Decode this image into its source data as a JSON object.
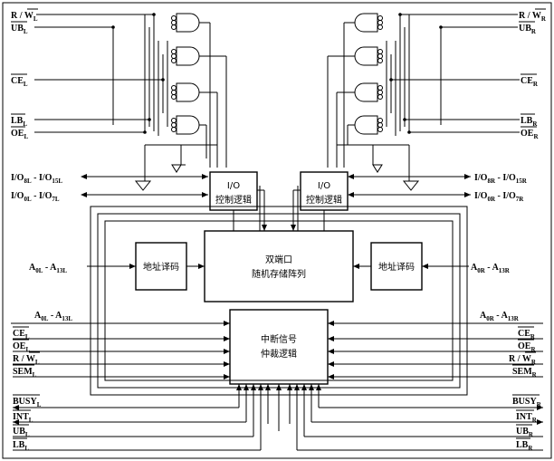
{
  "left_signals_top": {
    "rw": "R / W",
    "rw_sub": "L",
    "ub": "UB",
    "ub_sub": "L",
    "ce": "CE",
    "ce_sub": "L",
    "lb": "LB",
    "lb_sub": "L",
    "oe": "OE",
    "oe_sub": "L"
  },
  "right_signals_top": {
    "rw": "R / W",
    "rw_sub": "R",
    "ub": "UB",
    "ub_sub": "R",
    "ce": "CE",
    "ce_sub": "R",
    "lb": "LB",
    "lb_sub": "R",
    "oe": "OE",
    "oe_sub": "R"
  },
  "io_left": {
    "upper": "I/O",
    "upper_sub1": "8L",
    "upper_mid": " - I/O",
    "upper_sub2": "15L",
    "lower": "I/O",
    "lower_sub1": "0L",
    "lower_mid": " - I/O",
    "lower_sub2": "7L"
  },
  "io_right": {
    "upper": "I/O",
    "upper_sub1": "8R",
    "upper_mid": " - I/O",
    "upper_sub2": "15R",
    "lower": "I/O",
    "lower_sub1": "0R",
    "lower_mid": " - I/O",
    "lower_sub2": "7R"
  },
  "blocks": {
    "io_ctrl_line1": "I/O",
    "io_ctrl_line2": "控制逻辑",
    "ram_line1": "双端口",
    "ram_line2": "随机存储阵列",
    "addr_decode": "地址译码",
    "arb_line1": "中断信号",
    "arb_line2": "仲裁逻辑"
  },
  "address": {
    "left_a": "A",
    "left_sub1": "0L",
    "left_mid": " - A",
    "left_sub2": "13L",
    "right_a": "A",
    "right_sub1": "0R",
    "right_mid": " - A",
    "right_sub2": "13R"
  },
  "left_signals_bottom": {
    "ce": "CE",
    "ce_sub": "L",
    "oe": "OE",
    "oe_sub": "L",
    "rw": "R / W",
    "rw_sub": "L",
    "sem": "SEM",
    "sem_sub": "L",
    "busy": "BUSY",
    "busy_sub": "L",
    "int": "INT",
    "int_sub": "L",
    "ub": "UB",
    "ub_sub": "L",
    "lb": "LB",
    "lb_sub": "L"
  },
  "right_signals_bottom": {
    "ce": "CE",
    "ce_sub": "R",
    "oe": "OE",
    "oe_sub": "R",
    "rw": "R / W",
    "rw_sub": "R",
    "sem": "SEM",
    "sem_sub": "R",
    "busy": "BUSY",
    "busy_sub": "R",
    "int": "INT",
    "int_sub": "R",
    "ub": "UB",
    "ub_sub": "R",
    "lb": "LB",
    "lb_sub": "R"
  }
}
